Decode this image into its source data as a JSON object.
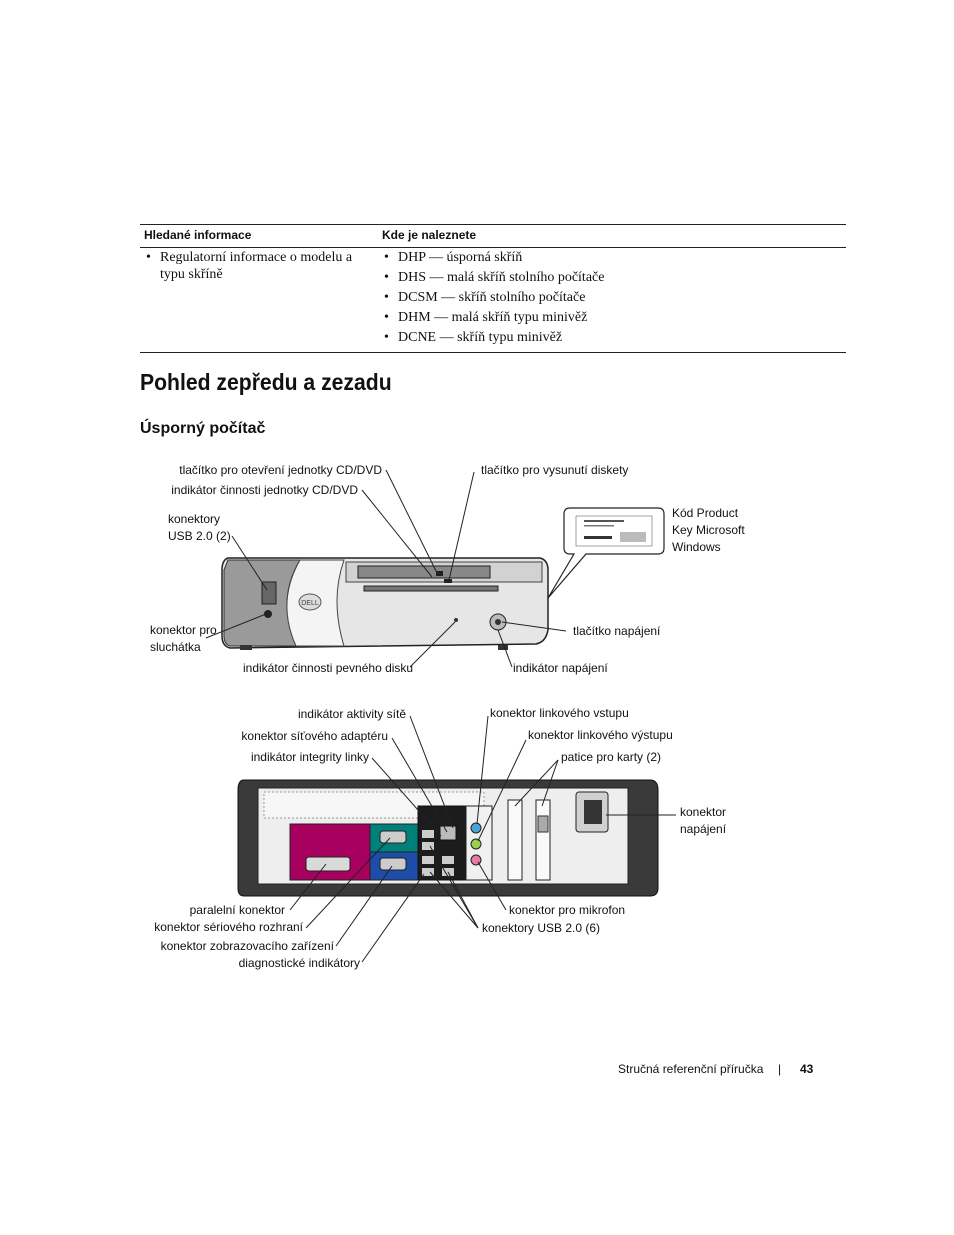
{
  "table": {
    "headers": [
      "Hledané informace",
      "Kde je naleznete"
    ],
    "left_item": "Regulatorní informace o modelu a typu skříně",
    "right_items": [
      "DHP — úsporná skříň",
      "DHS — malá skříň stolního počítače",
      "DCSM — skříň stolního počítače",
      "DHM — malá skříň typu minivěž",
      "DCNE — skříň typu minivěž"
    ]
  },
  "section_title": "Pohled zepředu a zezadu",
  "subsection_title": "Úsporný počítač",
  "front_labels": {
    "cd_eject": "tlačítko pro otevření jednotky CD/DVD",
    "cd_activity": "indikátor činnosti jednotky CD/DVD",
    "floppy_eject": "tlačítko pro vysunutí diskety",
    "usb_front": "konektory\nUSB 2.0 (2)",
    "product_key": "Kód Product\nKey Microsoft\nWindows",
    "headphone": "konektor pro\nsluchátka",
    "power_button": "tlačítko napájení",
    "hdd_activity": "indikátor činnosti pevného disku",
    "power_light": "indikátor napájení",
    "logo": "DELL"
  },
  "back_labels": {
    "network_activity": "indikátor aktivity sítě",
    "network_adapter": "konektor síťového adaptéru",
    "link_integrity": "indikátor integrity linky",
    "line_in": "konektor linkového vstupu",
    "line_out": "konektor linkového výstupu",
    "card_slots": "patice pro karty (2)",
    "power_connector": "konektor\nnapájení",
    "parallel": "paralelní konektor",
    "serial": "konektor sériového rozhraní",
    "video": "konektor zobrazovacího zařízení",
    "diagnostic": "diagnostické indikátory",
    "microphone": "konektor pro mikrofon",
    "usb_back": "konektory USB 2.0 (6)"
  },
  "footer": {
    "guide": "Stručná referenční příručka",
    "separator": "|",
    "page": "43"
  }
}
